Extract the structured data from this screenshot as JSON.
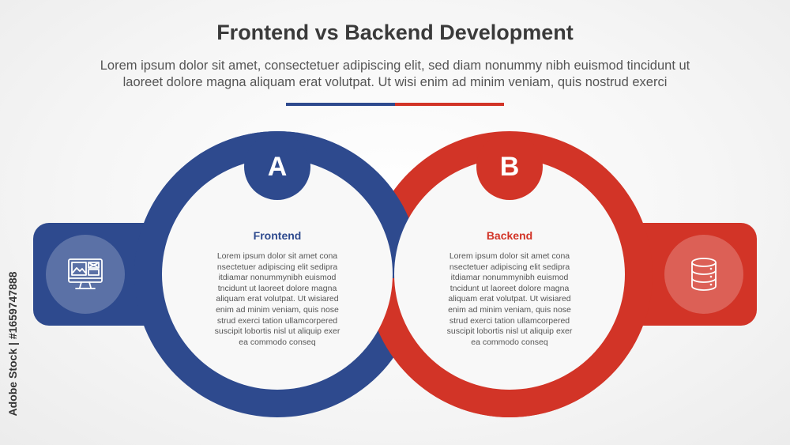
{
  "title": "Frontend vs Backend Development",
  "subtitle_line1": "Lorem ipsum dolor sit amet, consectetuer adipiscing elit, sed diam nonummy nibh euismod tincidunt ut",
  "subtitle_line2": "laoreet dolore magna aliquam erat volutpat. Ut wisi enim ad minim veniam, quis nostrud exerci",
  "colors": {
    "primary": "#2e4a8e",
    "secondary": "#d23427"
  },
  "items": [
    {
      "letter": "A",
      "heading": "Frontend",
      "icon": "monitor-dashboard-icon",
      "lines": [
        "Lorem ipsum dolor sit amet cona",
        "nsectetuer adipiscing elit sedipra",
        "itdiamar nonummynibh euismod",
        "tncidunt ut laoreet dolore magna",
        "aliquam erat volutpat. Ut wisiared",
        "enim ad minim veniam, quis nose",
        "strud exerci tation ullamcorpered",
        "suscipit lobortis nisl ut aliquip exer",
        "ea commodo conseq"
      ]
    },
    {
      "letter": "B",
      "heading": "Backend",
      "icon": "database-icon",
      "lines": [
        "Lorem ipsum dolor sit amet cona",
        "nsectetuer adipiscing elit sedipra",
        "itdiamar nonummynibh euismod",
        "tncidunt ut laoreet dolore magna",
        "aliquam erat volutpat. Ut wisiared",
        "enim ad minim veniam, quis nose",
        "strud exerci tation ullamcorpered",
        "suscipit lobortis nisl ut aliquip exer",
        "ea commodo conseq"
      ]
    }
  ],
  "stock_id": "Adobe Stock | #1659747888"
}
